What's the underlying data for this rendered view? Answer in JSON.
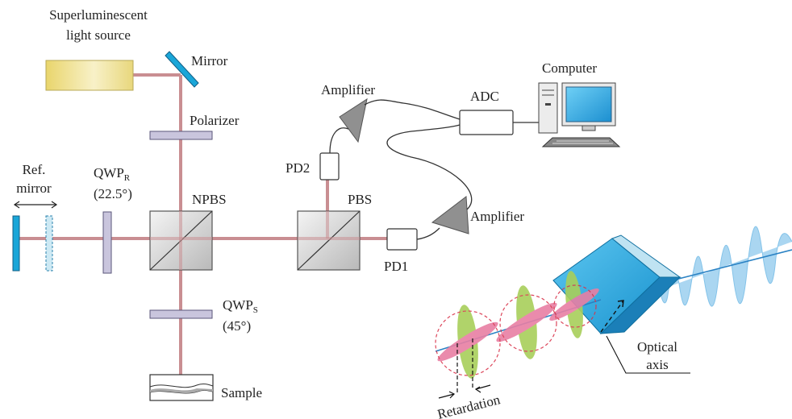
{
  "labels": {
    "source_line1": "Superluminescent",
    "source_line2": "light source",
    "mirror": "Mirror",
    "polarizer": "Polarizer",
    "ref_mirror_line1": "Ref.",
    "ref_mirror_line2": "mirror",
    "qwp_r": "QWP",
    "qwp_r_sub": "R",
    "qwp_r_angle": "(22.5°)",
    "npbs": "NPBS",
    "qwp_s": "QWP",
    "qwp_s_sub": "S",
    "qwp_s_angle": "(45°)",
    "sample": "Sample",
    "amplifier_top": "Amplifier",
    "adc": "ADC",
    "computer": "Computer",
    "pd2": "PD2",
    "pbs": "PBS",
    "pd1": "PD1",
    "amplifier_bottom": "Amplifier",
    "optical_axis_line1": "Optical",
    "optical_axis_line2": "axis",
    "retardation": "Retardation"
  },
  "colors": {
    "beam": "#c98e92",
    "mirror_blue": "#1aa6d8",
    "plate": "#c9c5dd",
    "wave_blue": "#6fb9e6",
    "green_ellipse": "#a8cf5a",
    "pink_ellipse": "#e87fa4",
    "crystal": "#27aee6"
  },
  "icons": [
    "light-source-icon",
    "computer-icon"
  ]
}
